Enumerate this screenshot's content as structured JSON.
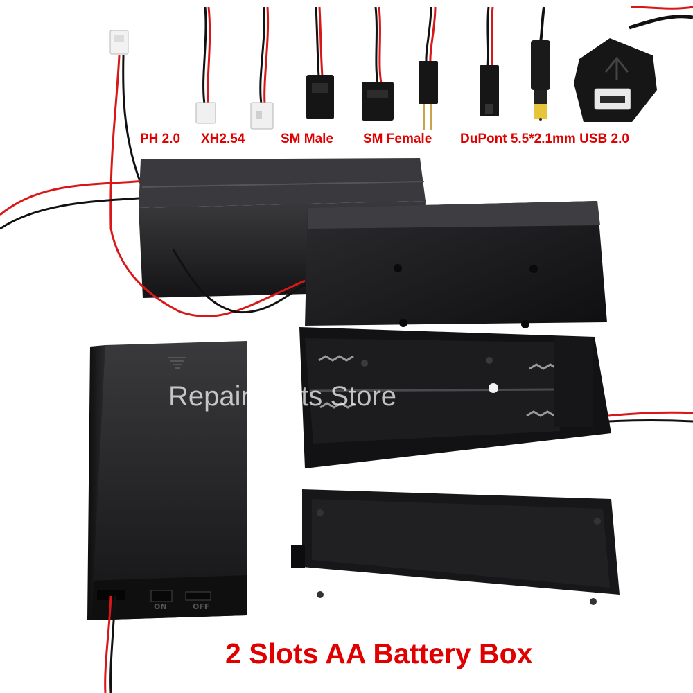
{
  "connectors": [
    {
      "label": "PH 2.0"
    },
    {
      "label": "XH2.54"
    },
    {
      "label": "SM Male"
    },
    {
      "label": "SM Female"
    },
    {
      "label": "DuPont 5.5*2.1mm USB 2.0"
    }
  ],
  "watermark": "Repair Parts Store",
  "title": "2 Slots AA Battery Box",
  "switch": {
    "on": "ON",
    "off": "OFF"
  },
  "colors": {
    "label_red": "#e00000",
    "box_black": "#1d1d1f",
    "wire_red": "#d81818",
    "wire_black": "#111111",
    "background": "#ffffff"
  }
}
